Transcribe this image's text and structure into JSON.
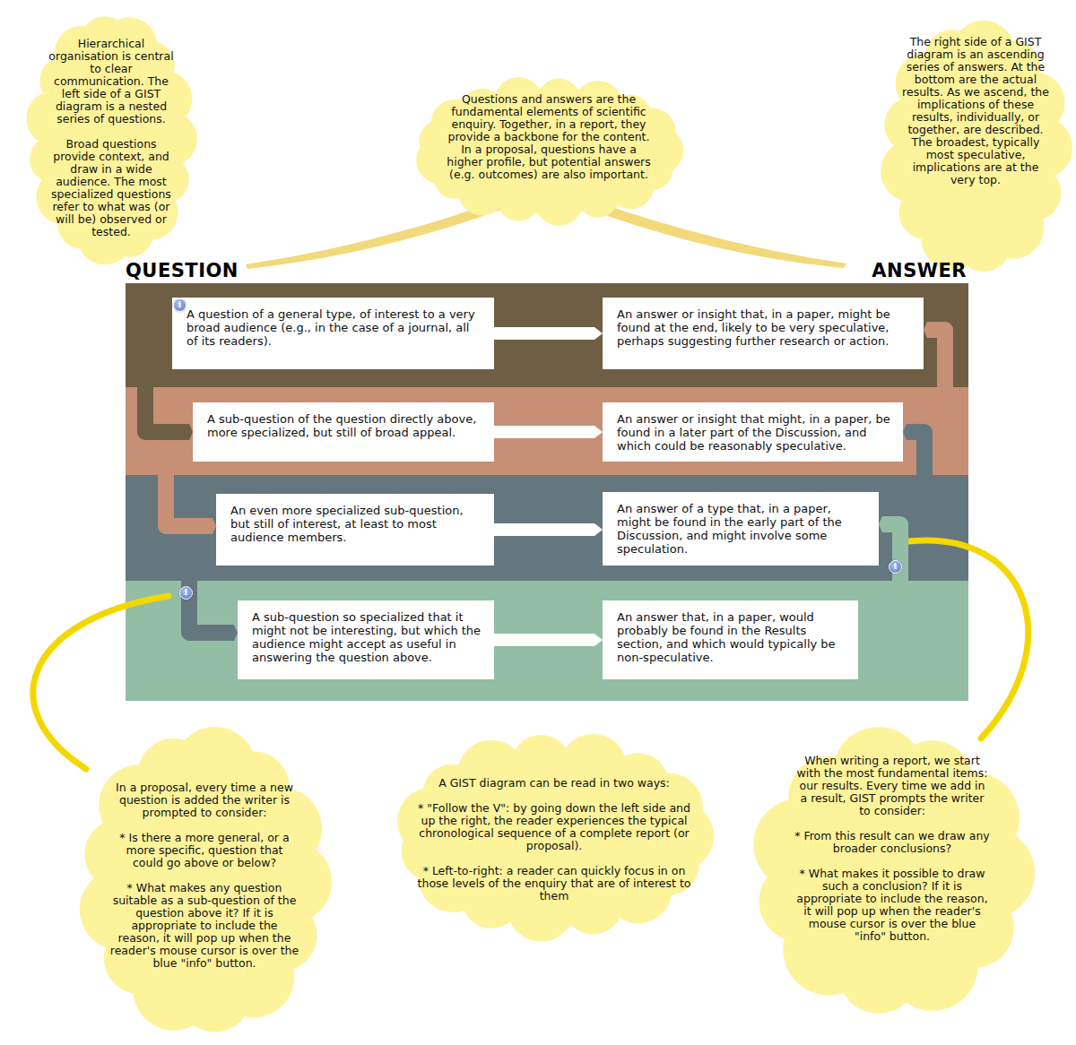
{
  "diagram": {
    "nodes": [
      {
        "text": [
          "Hierarchical organisation is central to clear communication. The left side of a GIST diagram is a nested series of questions.",
          "Broad questions provide context, and draw in a wide audience. The most specialized questions refer to what was (or will be) observed or tested."
        ]
      },
      {
        "text": [
          "Questions and answers are the fundamental elements of scientific enquiry. Together, in a report, they provide a backbone for the content. In a proposal, questions have a higher profile, but potential answers (e.g. outcomes) are also important."
        ]
      },
      {
        "text": [
          "The right side of a GIST diagram is an ascending series of answers. At the bottom are the actual results. As we ascend, the implications of these results, individually, or together, are described. The broadest, typically most speculative, implications are at the very top."
        ]
      },
      {
        "text": [
          "A question of a general type, of interest to a very broad audience (e.g., in the case of a journal, all of its readers)."
        ]
      },
      {
        "text": [
          "An answer or insight that, in a paper, might be found at the end, likely to be very speculative, perhaps suggesting further research or action."
        ]
      },
      {
        "text": [
          "A sub-question of the question directly above, more specialized, but still of broad appeal."
        ]
      },
      {
        "text": [
          "An answer or insight that might, in a paper, be found in a later part of the Discussion, and which could be reasonably speculative."
        ]
      },
      {
        "text": [
          "An even more specialized sub-question, but still of interest, at least to most audience members."
        ]
      },
      {
        "text": [
          "An answer of a type that, in a paper, might be found in the early part of the Discussion, and might involve some speculation."
        ]
      },
      {
        "text": [
          "A sub-question so specialized that it might not be interesting, but which the audience might accept as useful in answering the question above."
        ]
      },
      {
        "text": [
          "An answer that, in a paper, would probably be found in the Results section, and which would typically be non-speculative."
        ]
      },
      {
        "text": [
          "In a proposal, every time a new question is added the writer is prompted to consider:",
          "* Is there a more general, or a more specific, question that could go above or below?",
          "* What makes any question suitable as a sub-question of the question above it? If it is appropriate to include the reason, it will pop up when the reader's mouse cursor is over the blue \"info\" button."
        ]
      },
      {
        "text": [
          "A GIST diagram can be read in two ways:",
          "* \"Follow the V\": by going down the left side and up the right, the reader experiences the typical chronological sequence of a complete report (or proposal).",
          "* Left-to-right: a reader can quickly focus in on those levels of the enquiry that are of interest to them"
        ]
      },
      {
        "text": [
          "When writing a report, we start with the most fundamental items: our results. Every time we add in a result, GIST prompts the writer to consider:",
          "* From this result can we draw any broader conclusions?",
          "* What makes it possible to draw such a conclusion? If it is appropriate to include the reason, it will pop up when the reader's mouse cursor is over the blue \"info\" button."
        ]
      }
    ],
    "edges": [
      {
        "from": 3,
        "to": 4,
        "arrow": "to"
      },
      {
        "from": 5,
        "to": 6,
        "arrow": "to"
      },
      {
        "from": 7,
        "to": 8,
        "arrow": "to"
      },
      {
        "from": 9,
        "to": 10,
        "arrow": "to"
      },
      {
        "from": 3,
        "to": 5,
        "arrow": "to"
      },
      {
        "from": 5,
        "to": 7,
        "arrow": "to"
      },
      {
        "from": 7,
        "to": 9,
        "arrow": "to"
      },
      {
        "from": 10,
        "to": 8,
        "arrow": "to"
      },
      {
        "from": 8,
        "to": 6,
        "arrow": "to"
      },
      {
        "from": 6,
        "to": 4,
        "arrow": "to"
      }
    ],
    "labels": [
      "QUESTION",
      "ANSWER",
      "i",
      "i",
      "i"
    ]
  }
}
